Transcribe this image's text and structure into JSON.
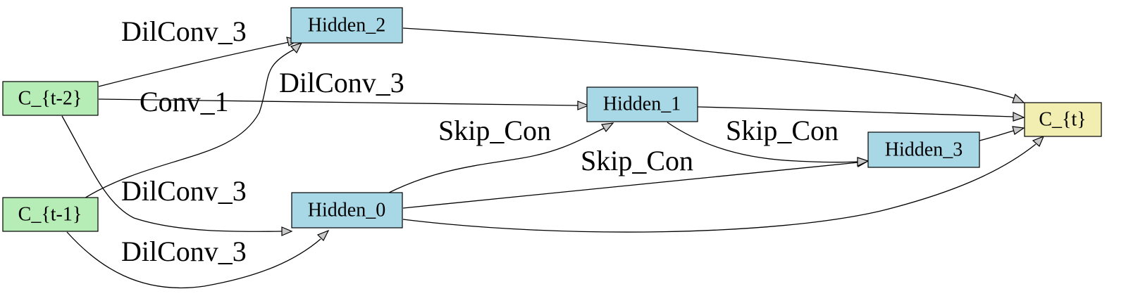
{
  "diagram": {
    "colors": {
      "input_fill": "#b6ecb6",
      "hidden_fill": "#a8d8e6",
      "output_fill": "#f2eeb2",
      "stroke": "#000000",
      "arrow_fill": "#c8c8c8"
    },
    "nodes": {
      "c_t_minus_2": {
        "label": "C_{t-2}",
        "kind": "input"
      },
      "c_t_minus_1": {
        "label": "C_{t-1}",
        "kind": "input"
      },
      "hidden_0": {
        "label": "Hidden_0",
        "kind": "hidden"
      },
      "hidden_1": {
        "label": "Hidden_1",
        "kind": "hidden"
      },
      "hidden_2": {
        "label": "Hidden_2",
        "kind": "hidden"
      },
      "hidden_3": {
        "label": "Hidden_3",
        "kind": "hidden"
      },
      "c_t": {
        "label": "C_{t}",
        "kind": "output"
      }
    },
    "edges": [
      {
        "from": "c_t_minus_2",
        "to": "hidden_2",
        "label": "DilConv_3"
      },
      {
        "from": "c_t_minus_2",
        "to": "hidden_1",
        "label": "Conv_1"
      },
      {
        "from": "c_t_minus_1",
        "to": "hidden_2",
        "label": "DilConv_3"
      },
      {
        "from": "c_t_minus_2",
        "to": "hidden_0",
        "label": "DilConv_3"
      },
      {
        "from": "c_t_minus_1",
        "to": "hidden_0",
        "label": "DilConv_3"
      },
      {
        "from": "hidden_0",
        "to": "hidden_1",
        "label": "Skip_Con"
      },
      {
        "from": "hidden_0",
        "to": "hidden_3",
        "label": "Skip_Con"
      },
      {
        "from": "hidden_1",
        "to": "hidden_3",
        "label": "Skip_Con"
      },
      {
        "from": "hidden_2",
        "to": "c_t",
        "label": ""
      },
      {
        "from": "hidden_1",
        "to": "c_t",
        "label": ""
      },
      {
        "from": "hidden_3",
        "to": "c_t",
        "label": ""
      },
      {
        "from": "hidden_0",
        "to": "c_t",
        "label": ""
      }
    ]
  }
}
